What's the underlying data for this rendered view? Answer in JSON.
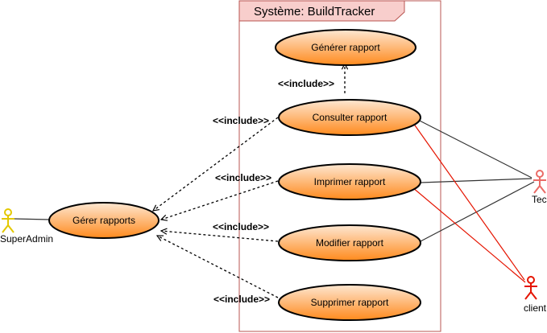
{
  "system": {
    "title": "Système: BuildTracker"
  },
  "use_cases": {
    "generer": "Générer rapport",
    "consulter": "Consulter rapport",
    "imprimer": "Imprimer rapport",
    "modifier": "Modifier rapport",
    "supprimer": "Supprimer rapport",
    "gerer": "Gérer rapports"
  },
  "relations": {
    "include_generer": "<<include>>",
    "include_consulter": "<<include>>",
    "include_imprimer": "<<include>>",
    "include_modifier": "<<include>>",
    "include_supprimer": "<<include>>"
  },
  "actors": {
    "superadmin": "SuperAdmin",
    "tech": "Tec",
    "client": "client"
  },
  "colors": {
    "use_case_fill_top": "#fde7d2",
    "use_case_fill_bottom": "#ff8a1d",
    "system_header": "#f8cecc",
    "system_border": "#b85450",
    "superadmin_actor": "#e3c800",
    "tech_actor": "#ea6b66",
    "client_actor": "#e51400",
    "client_link": "#e51400"
  }
}
